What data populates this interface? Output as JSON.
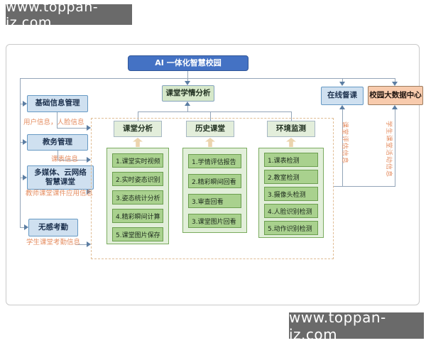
{
  "watermark": {
    "text": "www.toppan-jz.com"
  },
  "diagram": {
    "root": "AI 一体化智慧校园",
    "center_node": "课堂学情分析",
    "right_nodes": [
      {
        "label": "在线督课"
      },
      {
        "label": "校园大数据中心"
      }
    ],
    "left_nodes": [
      {
        "label": "基础信息管理",
        "annotation": "用户信息，人脸信息"
      },
      {
        "label": "教务管理",
        "annotation": "课表信息"
      },
      {
        "label": "多媒体、云网络\n智慧课堂",
        "annotation": "教师课堂课件应用信息"
      },
      {
        "label": "无感考勤",
        "annotation": "学生课堂考勤信息"
      }
    ],
    "columns": [
      {
        "header": "课堂分析",
        "items": [
          "1.课堂实时视频",
          "2.实时姿态识别",
          "3.姿态统计分析",
          "4.精彩瞬间计算",
          "5.课堂图片保存"
        ]
      },
      {
        "header": "历史课堂",
        "items": [
          "1.学情评估报告",
          "2.精彩瞬间回看",
          "3.审查回看",
          "3.课堂图片回看"
        ]
      },
      {
        "header": "环境监测",
        "items": [
          "1.课表检测",
          "2.教室检测",
          "3.摄像头检测",
          "4.人脸识别检测",
          "5.动作识别检测"
        ]
      }
    ],
    "vertical_labels": [
      "课堂评估信息",
      "学生课堂活动信息"
    ],
    "colors": {
      "root_blue": "#4472c4",
      "light_blue": "#cfe0f0",
      "light_green": "#d6e8c9",
      "list_green": "#a9d18e",
      "peach": "#f8cbad",
      "dashed_border": "#e0bd95",
      "annotation_orange": "#e58e62",
      "connector": "#93a5b8",
      "watermark_bg": "#6a6a6a"
    }
  }
}
